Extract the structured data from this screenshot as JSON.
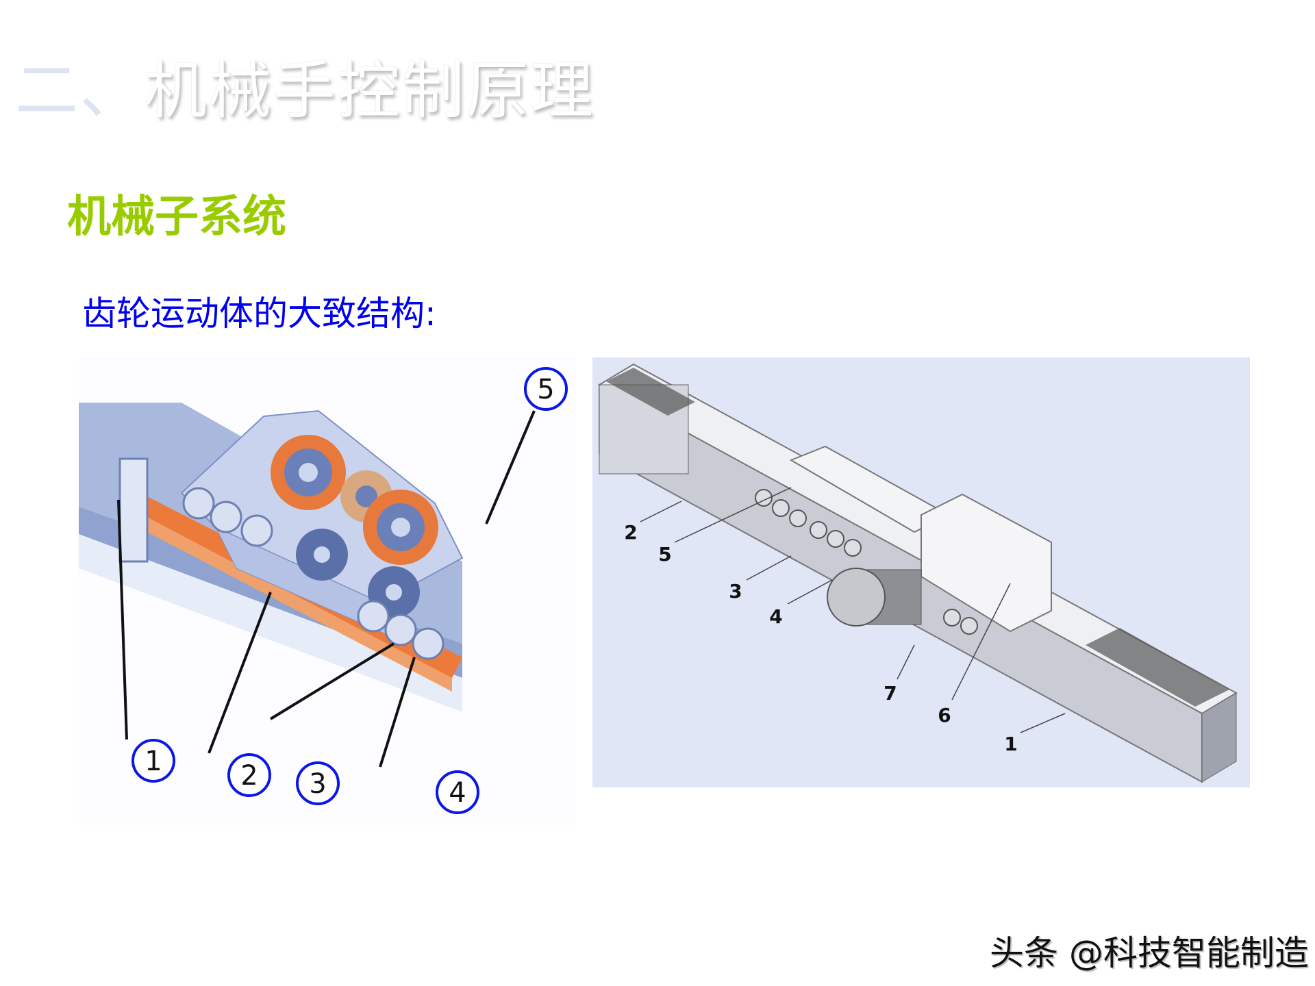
{
  "slide": {
    "title_number": "二、",
    "title_text": "机械手控制原理",
    "subtitle": "机械子系统",
    "description": "齿轮运动体的大致结构:"
  },
  "left_figure": {
    "callouts": [
      "1",
      "2",
      "3",
      "4",
      "5"
    ]
  },
  "right_figure": {
    "callouts": [
      "1",
      "2",
      "3",
      "4",
      "5",
      "6",
      "7"
    ]
  },
  "watermark": "头条 @科技智能制造"
}
